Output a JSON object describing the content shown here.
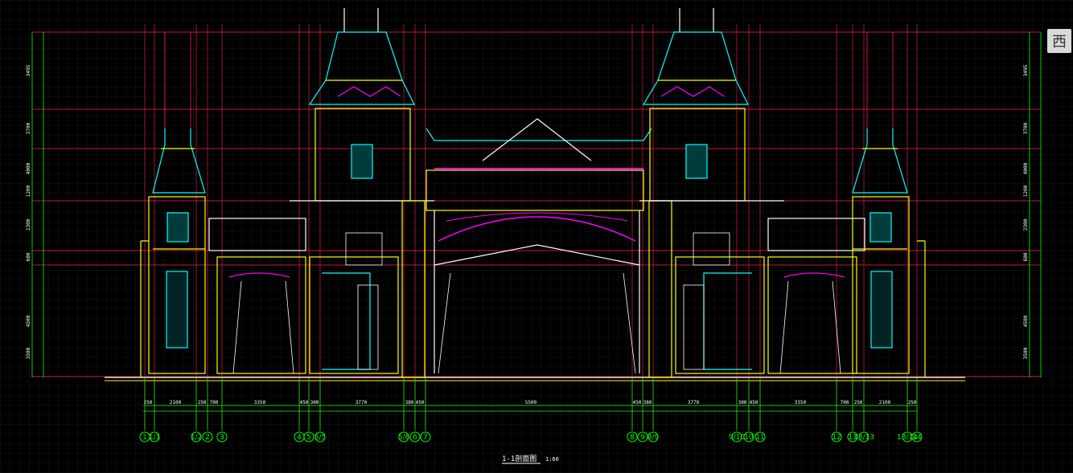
{
  "drawing": {
    "title": "1-1剖面图",
    "scale": "1:60",
    "view_cube_label": "西"
  },
  "axis_labels": [
    "1",
    "1/1",
    "1/2",
    "2",
    "3",
    "4",
    "5",
    "5/5",
    "5/6",
    "6",
    "7",
    "8",
    "9",
    "9/9",
    "9/10",
    "10",
    "11",
    "12",
    "13",
    "13/13",
    "13/14",
    "14"
  ],
  "bottom_dimensions": [
    "250",
    "2100",
    "250",
    "700",
    "3350",
    "450",
    "300",
    "3770",
    "380",
    "450",
    "5500",
    "450",
    "380",
    "3770",
    "300",
    "450",
    "3350",
    "700",
    "250",
    "2100",
    "250"
  ],
  "left_dimensions": [
    "3495",
    "3700",
    "4000",
    "1200",
    "2300",
    "600",
    "4500",
    "3500"
  ],
  "right_dimensions": [
    "3495",
    "3700",
    "4000",
    "1200",
    "2300",
    "600",
    "4500",
    "3500"
  ],
  "colors": {
    "background": "#000000",
    "grid": "#1a1a1a",
    "axis_line": "#ff1f4b",
    "wall": "#ffff00",
    "dimension": "#00ff00",
    "cyan": "#00ffff",
    "magenta": "#ff00ff",
    "white": "#ffffff",
    "blue": "#4040ff"
  }
}
